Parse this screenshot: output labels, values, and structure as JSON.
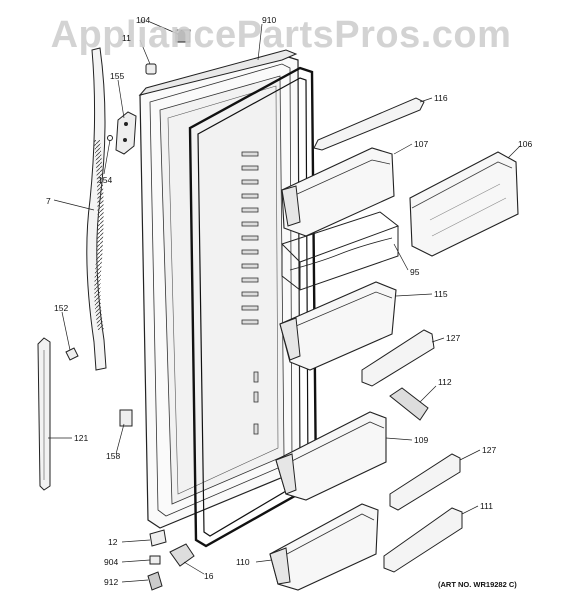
{
  "watermark": "AppliancePartsPros.com",
  "art_number": "(ART NO. WR19282 C)",
  "callouts": [
    "104",
    "910",
    "11",
    "155",
    "7",
    "154",
    "116",
    "107",
    "106",
    "95",
    "115",
    "152",
    "127",
    "112",
    "121",
    "158",
    "109",
    "127",
    "12",
    "111",
    "904",
    "16",
    "110",
    "912"
  ]
}
